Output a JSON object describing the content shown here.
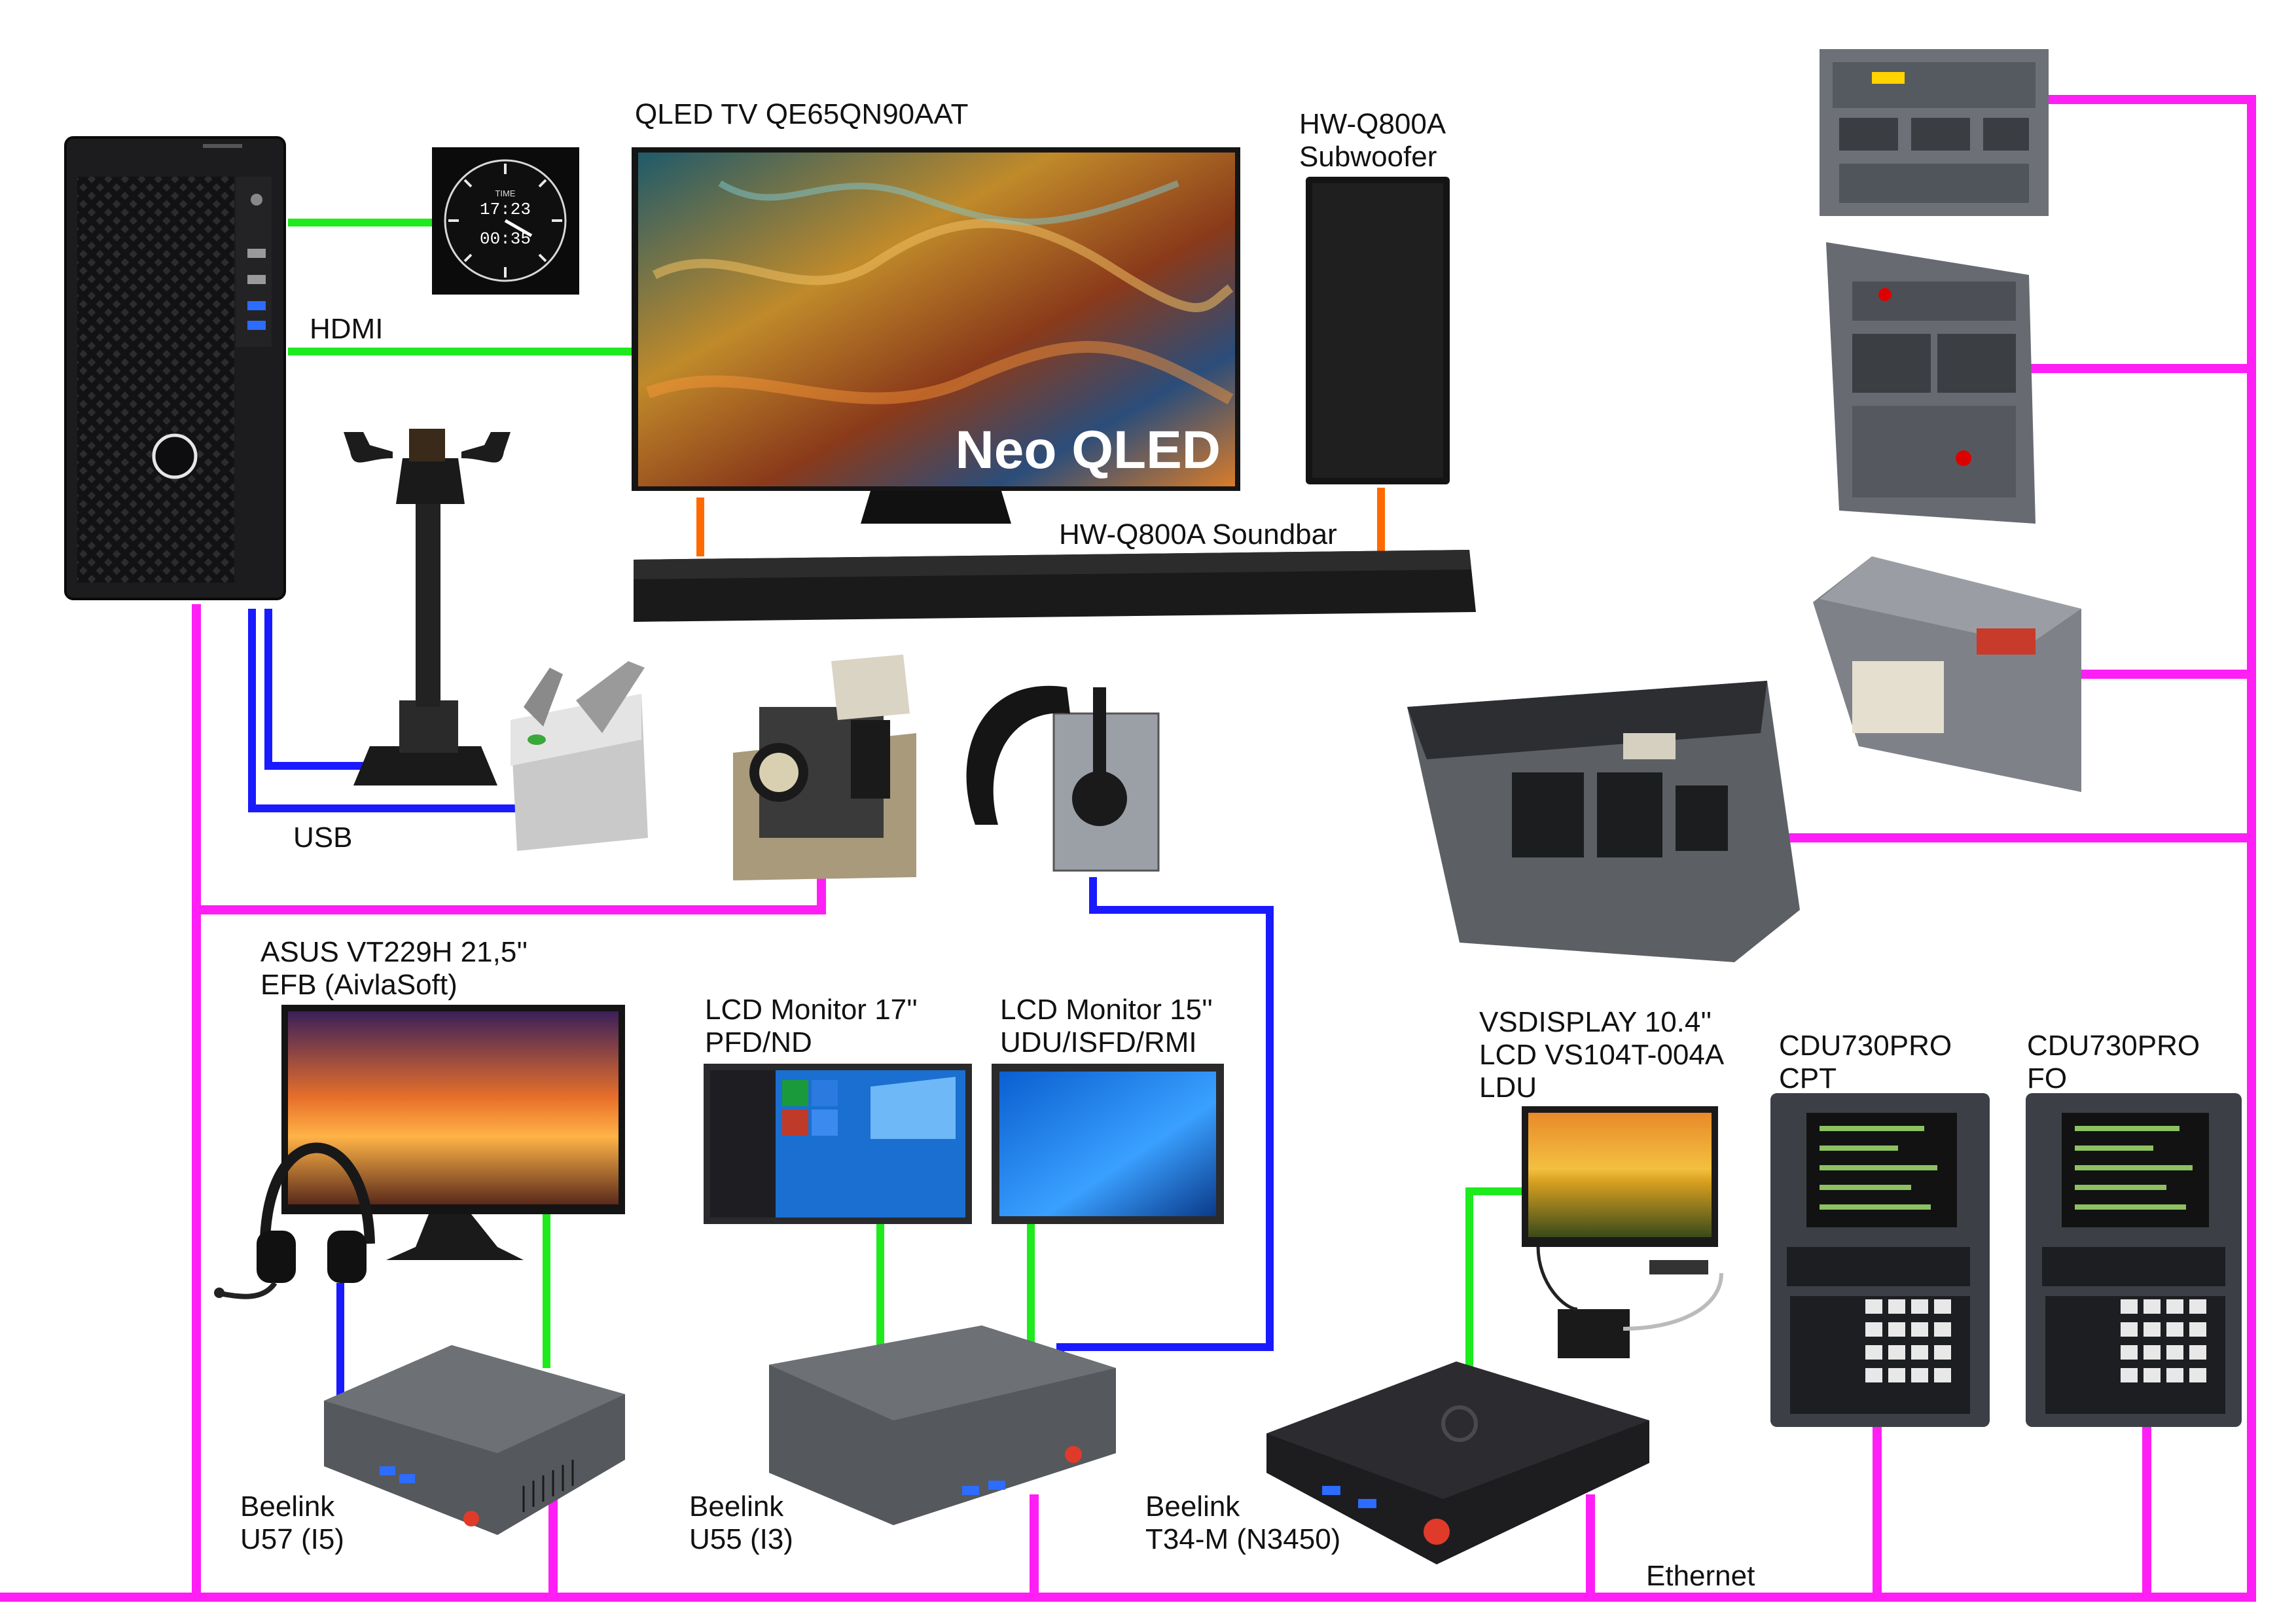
{
  "colors": {
    "ethernet": "#ff1ef5",
    "usb": "#1a1aff",
    "video": "#1eea1e",
    "audio": "#ff6a00",
    "device_dark": "#1d1d1f",
    "device_grey": "#55585c",
    "panel_grey": "#6c7076",
    "screen_blue": "#1a7fe0"
  },
  "labels": {
    "tv": "QLED TV QE65QN90AAT",
    "tv_brand": "Neo QLED",
    "subwoofer_line1": "HW-Q800A",
    "subwoofer_line2": "Subwoofer",
    "soundbar": "HW-Q800A Soundbar",
    "hdmi": "HDMI",
    "usb": "USB",
    "ethernet": "Ethernet",
    "efb_line1": "ASUS VT229H 21,5''",
    "efb_line2": "EFB (AivlaSoft)",
    "pfd_line1": "LCD Monitor 17''",
    "pfd_line2": "PFD/ND",
    "udu_line1": "LCD Monitor 15''",
    "udu_line2": "UDU/ISFD/RMI",
    "ldu_line1": "VSDISPLAY 10.4''",
    "ldu_line2": "LCD VS104T-004A",
    "ldu_line3": "LDU",
    "cdu_cpt_line1": "CDU730PRO",
    "cdu_cpt_line2": "CPT",
    "cdu_fo_line1": "CDU730PRO",
    "cdu_fo_line2": "FO",
    "beelink_u57_line1": "Beelink",
    "beelink_u57_line2": "U57 (I5)",
    "beelink_u55_line1": "Beelink",
    "beelink_u55_line2": "U55 (I3)",
    "beelink_t34_line1": "Beelink",
    "beelink_t34_line2": "T34-M (N3450)",
    "clock_time": "17:23",
    "clock_elapsed": "00:35",
    "clock_label": "TIME"
  },
  "icons": {
    "pc": "pc-tower-icon",
    "clock": "clock-instrument-icon",
    "tv": "tv-icon",
    "subwoofer": "subwoofer-icon",
    "soundbar": "soundbar-icon",
    "yoke": "yoke-icon",
    "pedals": "rudder-pedals-icon",
    "throttle": "throttle-quadrant-icon",
    "tiller": "tiller-icon",
    "overhead": "overhead-panel-icon",
    "mcp": "mcp-panel-icon",
    "main_panel": "main-instrument-panel-icon",
    "headset": "headset-icon",
    "cdu": "cdu-icon",
    "mini_pc": "mini-pc-icon"
  }
}
